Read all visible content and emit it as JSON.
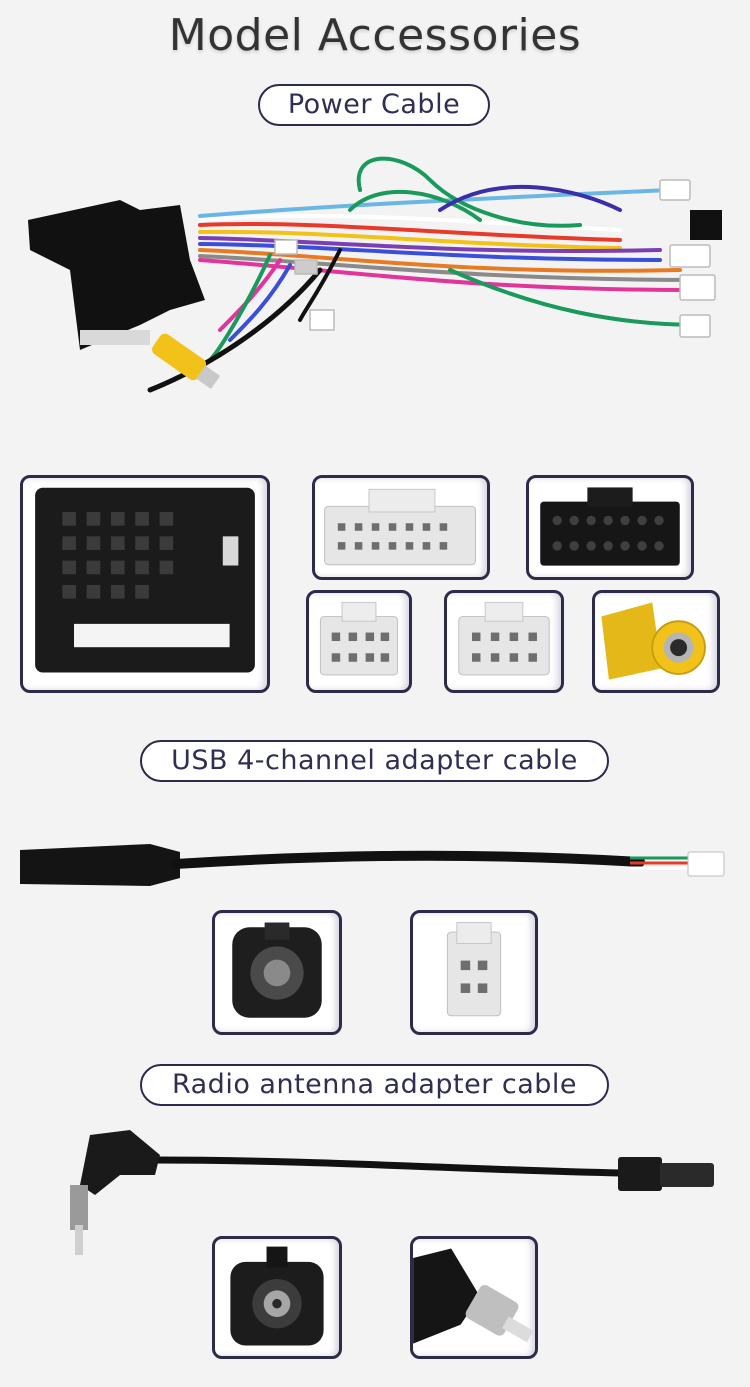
{
  "page": {
    "title": "Model Accessories"
  },
  "sections": {
    "power": {
      "label": "Power Cable"
    },
    "usb": {
      "label": "USB 4-channel adapter cable"
    },
    "radio": {
      "label": "Radio antenna adapter cable"
    }
  },
  "icons": {
    "power_harness": "wire-harness-icon",
    "quadlock": "quadlock-connector-icon",
    "white16": "white-connector-icon",
    "black16": "black-connector-icon",
    "white8a": "white-connector-icon",
    "white8b": "white-connector-icon",
    "rca": "rca-connector-icon",
    "usb_cable": "usb-cable-icon",
    "fakra": "fakra-connector-icon",
    "white4": "white-connector-icon",
    "antenna_cable": "antenna-cable-icon",
    "antenna_socket": "antenna-socket-icon",
    "antenna_plug": "antenna-plug-icon"
  },
  "colors": {
    "accent": "#2c2c48",
    "background": "#f3f3f4"
  }
}
